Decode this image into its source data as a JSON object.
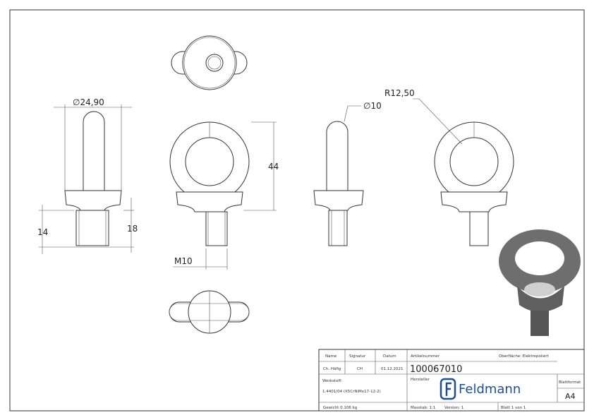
{
  "dimensions": {
    "collar_diameter": "∅24,90",
    "height": "44",
    "thread_length": "14",
    "collar_to_end": "18",
    "thread": "M10",
    "ring_section_diameter": "∅10",
    "ring_radius": "R12,50"
  },
  "title_block": {
    "name_label": "Name",
    "signatur_label": "Signatur",
    "datum_label": "Datum",
    "name": "Ch. Häfig",
    "signatur": "CH",
    "datum": "01.12.2021",
    "artikelnummer_label": "Artikelnummer",
    "artikelnummer": "100067010",
    "oberflaeche": "Oberfläche:  Elektropoliert",
    "werkstoff_label": "Werkstoff:",
    "werkstoff": "1.4401/04 (X5CrNiMo17-12-2)",
    "hersteller_label": "Hersteller",
    "logo_text": "Feldmann",
    "blattformat_label": "Blattformat",
    "blattformat": "A4",
    "gewicht": "Gewicht 0.106 kg",
    "massstab": "Masstab: 1:1",
    "version": "Version: 1",
    "blatt": "Blatt 1 von 1"
  },
  "colors": {
    "line": "#333333",
    "logo": "#1f4f8c",
    "part": "#7a7a7a"
  }
}
